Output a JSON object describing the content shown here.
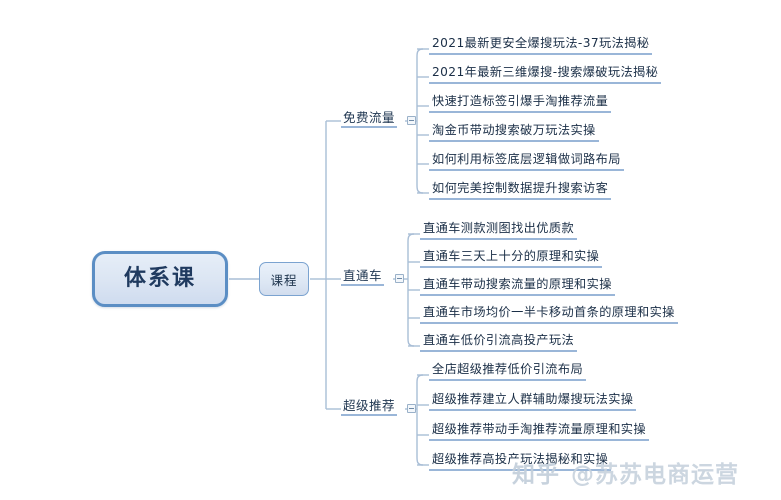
{
  "mindmap": {
    "root": {
      "label": "体系课"
    },
    "level1": {
      "label": "课程"
    },
    "branches": [
      {
        "label": "免费流量",
        "items": [
          "2021最新更安全爆搜玩法-37玩法揭秘",
          "2021年最新三维爆搜-搜索爆破玩法揭秘",
          "快速打造标签引爆手淘推荐流量",
          "淘金币带动搜索破万玩法实操",
          "如何利用标签底层逻辑做词路布局",
          "如何完美控制数据提升搜索访客"
        ]
      },
      {
        "label": "直通车",
        "items": [
          "直通车测款测图找出优质款",
          "直通车三天上十分的原理和实操",
          "直通车带动搜索流量的原理和实操",
          "直通车市场均价一半卡移动首条的原理和实操",
          "直通车低价引流高投产玩法"
        ]
      },
      {
        "label": "超级推荐",
        "items": [
          "全店超级推荐低价引流布局",
          "超级推荐建立人群辅助爆搜玩法实操",
          "超级推荐带动手淘推荐流量原理和实操",
          "超级推荐高投产玩法揭秘和实操"
        ]
      }
    ],
    "toggles": {
      "icon": "collapse-minus-icon"
    }
  },
  "watermark": {
    "source": "知乎",
    "separator": " @",
    "account": "苏苏电商运营"
  },
  "colors": {
    "node_fill": "#dce6f1",
    "node_border": "#5b8ec4",
    "underline": "#9ab6d8",
    "text": "#1b2f47",
    "link": "#9ab6d8",
    "watermark": "#c8d3de",
    "background": "#ffffff"
  }
}
